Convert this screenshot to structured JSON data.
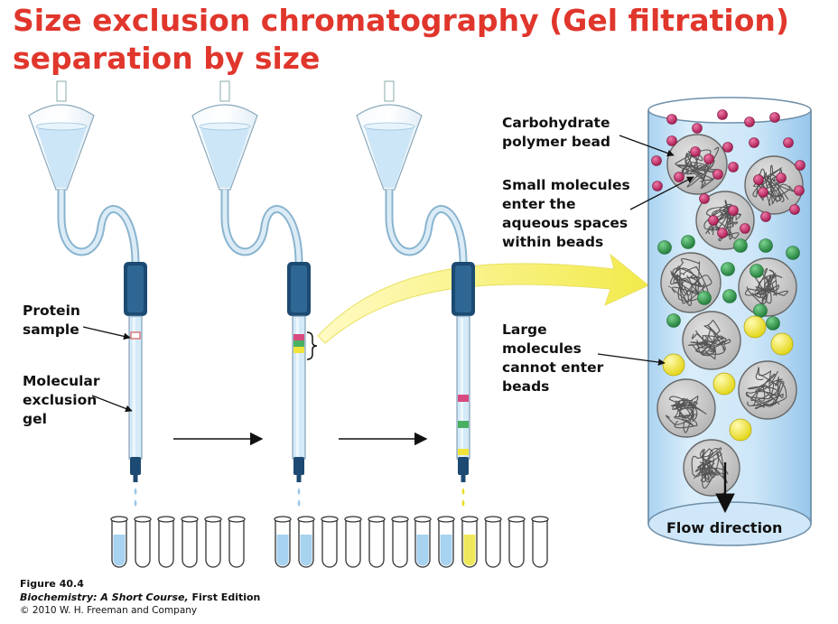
{
  "title": {
    "line1": "Size exclusion chromatography (Gel filtration)",
    "line2": "separation by size"
  },
  "labels": {
    "protein_1": "Protein",
    "protein_2": "sample",
    "gel_1": "Molecular",
    "gel_2": "exclusion",
    "gel_3": "gel",
    "bead_1": "Carbohydrate",
    "bead_2": "polymer bead",
    "small_1": "Small molecules",
    "small_2": "enter the",
    "small_3": "aqueous spaces",
    "small_4": "within beads",
    "large_1": "Large",
    "large_2": "molecules",
    "large_3": "cannot enter",
    "large_4": "beads",
    "flow": "Flow direction"
  },
  "caption": {
    "figure": "Figure 40.4",
    "book_title": "Biochemistry: A Short Course,",
    "edition": " First Edition",
    "copyright": "© 2010 W. H. Freeman and Company"
  },
  "colors": {
    "title": "#e0362c",
    "small_molecule": "#b5245a",
    "medium_molecule": "#2e9a4c",
    "large_molecule": "#f4ea3a",
    "buffer": "#bfe0f5",
    "column_cap": "#1c4a72",
    "bead": "#c6c6c6"
  }
}
